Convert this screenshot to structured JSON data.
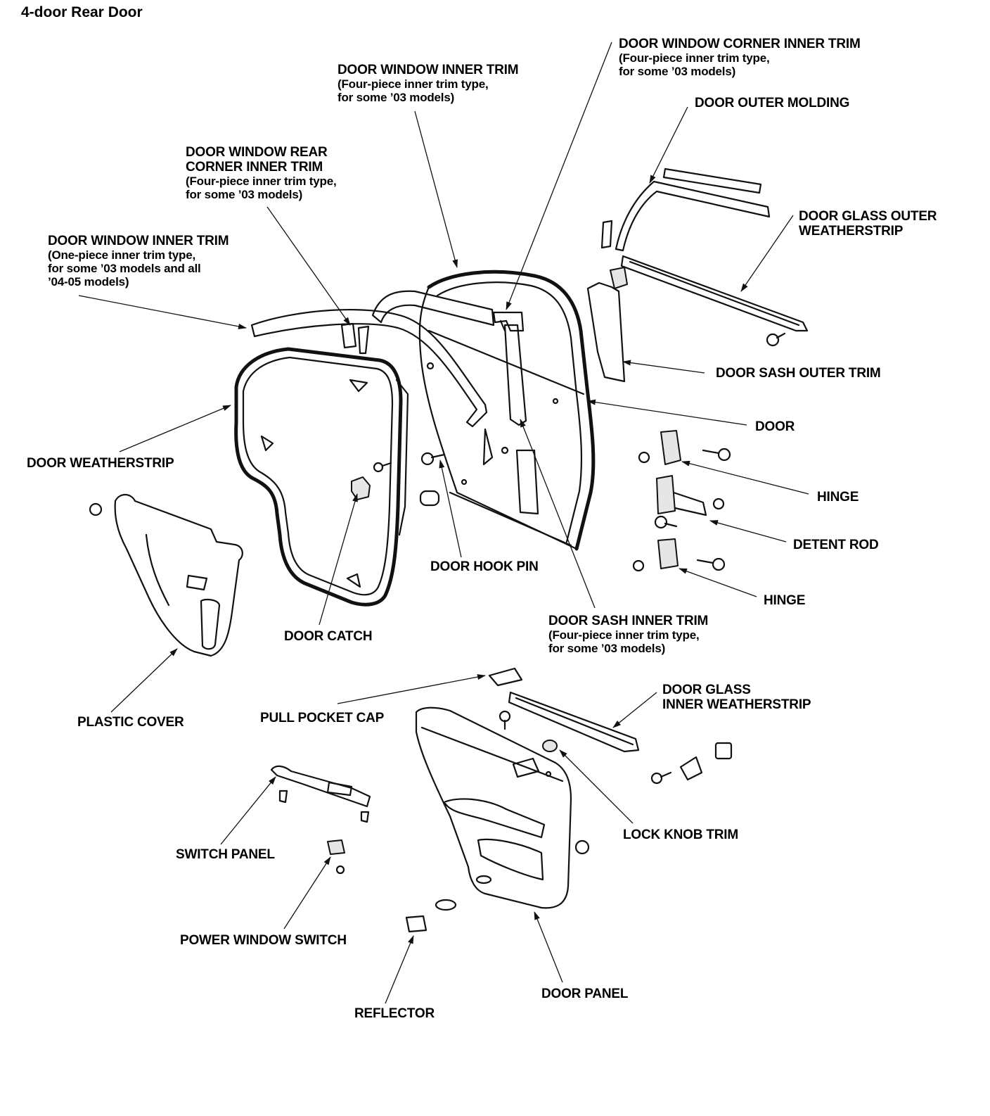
{
  "diagram": {
    "title": "4-door Rear Door",
    "labels": {
      "door_window_corner_inner_trim": {
        "name": "DOOR WINDOW CORNER INNER TRIM",
        "note1": "(Four-piece inner trim type,",
        "note2": "for some ’03 models)"
      },
      "door_window_inner_trim_four": {
        "name": "DOOR WINDOW INNER TRIM",
        "note1": "(Four-piece inner trim type,",
        "note2": "for some ’03 models)"
      },
      "door_outer_molding": {
        "name": "DOOR OUTER MOLDING"
      },
      "door_window_rear_corner_inner_trim": {
        "name1": "DOOR WINDOW REAR",
        "name2": "CORNER INNER TRIM",
        "note1": "(Four-piece inner trim type,",
        "note2": "for some ’03 models)"
      },
      "door_glass_outer_weatherstrip": {
        "name1": "DOOR GLASS OUTER",
        "name2": "WEATHERSTRIP"
      },
      "door_window_inner_trim_one": {
        "name": "DOOR WINDOW INNER TRIM",
        "note1": "(One-piece inner trim type,",
        "note2": "for some ’03 models and all",
        "note3": "’04-05 models)"
      },
      "door_sash_outer_trim": {
        "name": "DOOR SASH OUTER TRIM"
      },
      "door": {
        "name": "DOOR"
      },
      "door_weatherstrip": {
        "name": "DOOR WEATHERSTRIP"
      },
      "hinge_upper": {
        "name": "HINGE"
      },
      "detent_rod": {
        "name": "DETENT ROD"
      },
      "door_hook_pin": {
        "name": "DOOR HOOK PIN"
      },
      "hinge_lower": {
        "name": "HINGE"
      },
      "door_sash_inner_trim": {
        "name": "DOOR SASH INNER TRIM",
        "note1": "(Four-piece inner trim type,",
        "note2": "for some ’03 models)"
      },
      "door_catch": {
        "name": "DOOR CATCH"
      },
      "door_glass_inner_weatherstrip": {
        "name1": "DOOR GLASS",
        "name2": "INNER WEATHERSTRIP"
      },
      "plastic_cover": {
        "name": "PLASTIC COVER"
      },
      "pull_pocket_cap": {
        "name": "PULL POCKET CAP"
      },
      "lock_knob_trim": {
        "name": "LOCK KNOB TRIM"
      },
      "switch_panel": {
        "name": "SWITCH PANEL"
      },
      "power_window_switch": {
        "name": "POWER WINDOW SWITCH"
      },
      "door_panel": {
        "name": "DOOR PANEL"
      },
      "reflector": {
        "name": "REFLECTOR"
      }
    }
  }
}
